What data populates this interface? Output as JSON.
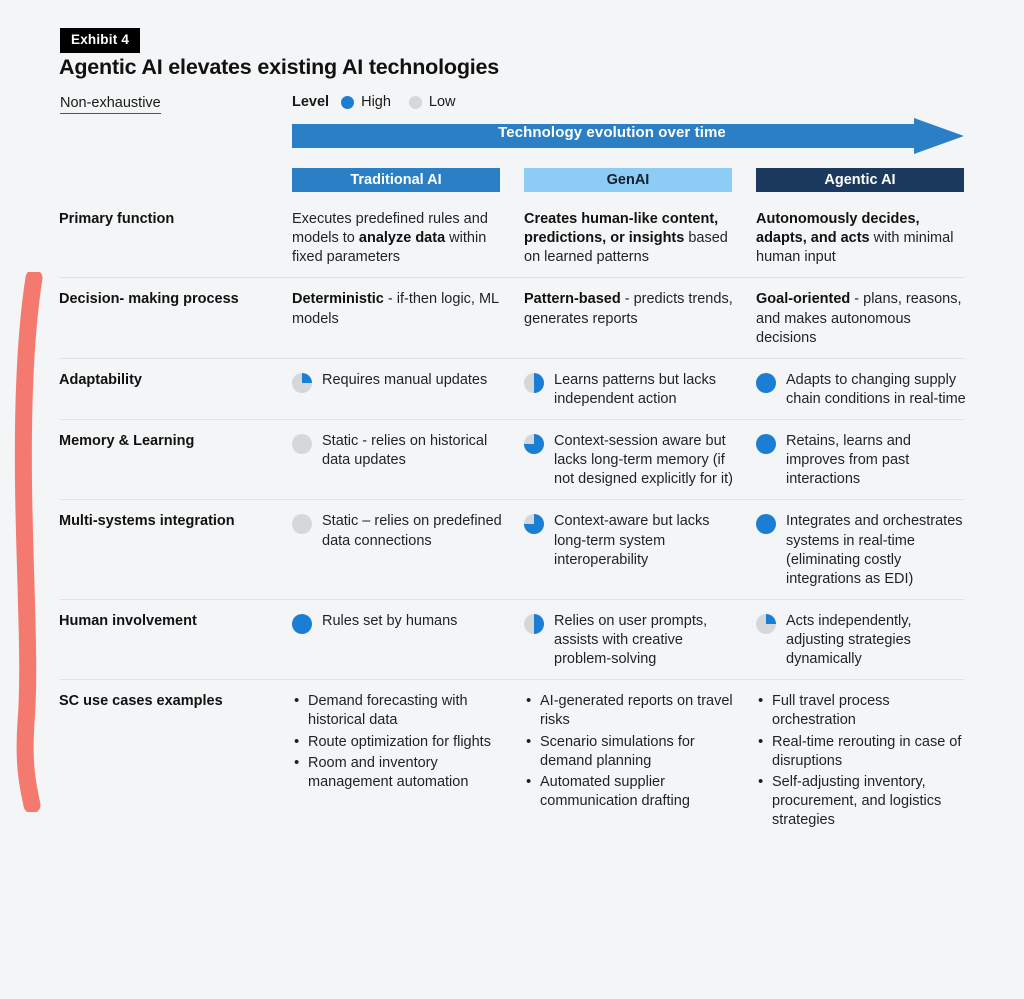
{
  "exhibit": {
    "badge": "Exhibit 4",
    "title": "Agentic AI elevates existing AI technologies",
    "note": "Non-exhaustive"
  },
  "legend": {
    "label": "Level",
    "high_label": "High",
    "low_label": "Low",
    "high_color": "#1a7fd4",
    "low_color": "#d5d7d9"
  },
  "evolution": {
    "label": "Technology evolution over time",
    "color": "#2b7fc4"
  },
  "columns": [
    {
      "label": "Traditional AI",
      "color": "#2b7fc4",
      "text_color": "#ffffff"
    },
    {
      "label": "GenAI",
      "color": "#8dcdf5",
      "text_color": "#14202b"
    },
    {
      "label": "Agentic AI",
      "color": "#1b3a5e",
      "text_color": "#ffffff"
    }
  ],
  "rows": [
    {
      "label": "Primary function",
      "type": "text",
      "cells": [
        {
          "bold_lead": "",
          "html": "Executes predefined rules and models to <b>analyze data</b> within fixed parameters"
        },
        {
          "bold_lead": "",
          "html": "<b>Creates human-like content, predictions, or insights</b> based on learned patterns"
        },
        {
          "bold_lead": "",
          "html": "<b>Autonomously decides, adapts, and acts</b> with minimal human input"
        }
      ]
    },
    {
      "label": "Decision- making process",
      "type": "text",
      "cells": [
        {
          "html": "<b>Deterministic</b> - if-then logic, ML models"
        },
        {
          "html": "<b>Pattern-based</b> - predicts trends, generates reports"
        },
        {
          "html": "<b>Goal-oriented</b> - plans, reasons, and makes autonomous decisions"
        }
      ]
    },
    {
      "label": "Adaptability",
      "type": "dot",
      "cells": [
        {
          "fill": 0.25,
          "text": "Requires manual updates"
        },
        {
          "fill": 0.5,
          "text": "Learns patterns but lacks independent action"
        },
        {
          "fill": 1.0,
          "text": "Adapts to changing supply chain conditions in real-time"
        }
      ]
    },
    {
      "label": "Memory & Learning",
      "type": "dot",
      "cells": [
        {
          "fill": 0.0,
          "text": "Static - relies on historical data updates"
        },
        {
          "fill": 0.75,
          "text": "Context-session aware but lacks long-term memory (if not designed explicitly for it)"
        },
        {
          "fill": 1.0,
          "text": "Retains, learns and improves from past interactions"
        }
      ]
    },
    {
      "label": "Multi-systems integration",
      "type": "dot",
      "cells": [
        {
          "fill": 0.0,
          "text": "Static – relies on predefined data connections"
        },
        {
          "fill": 0.75,
          "text": "Context-aware but lacks long-term system interoperability"
        },
        {
          "fill": 1.0,
          "text": "Integrates and orchestrates systems in real-time (eliminating costly integrations as EDI)"
        }
      ]
    },
    {
      "label": "Human involvement",
      "type": "dot",
      "cells": [
        {
          "fill": 1.0,
          "text": "Rules set by humans"
        },
        {
          "fill": 0.5,
          "text": "Relies on user prompts, assists with creative problem-solving"
        },
        {
          "fill": 0.25,
          "text": "Acts independently, adjusting strategies dynamically"
        }
      ]
    },
    {
      "label": "SC use cases examples",
      "type": "list",
      "cells": [
        {
          "items": [
            "Demand forecasting with historical data",
            "Route optimization for flights",
            "Room and inventory management automation"
          ]
        },
        {
          "items": [
            "AI-generated reports on travel risks",
            "Scenario simulations for demand planning",
            "Automated supplier communication drafting"
          ]
        },
        {
          "items": [
            "Full travel process orchestration",
            "Real-time rerouting in case of disruptions",
            "Self-adjusting inventory, procurement, and logistics strategies"
          ]
        }
      ]
    }
  ],
  "annotation": {
    "color": "#f4796e",
    "shape": "vertical-bracket-stroke"
  }
}
